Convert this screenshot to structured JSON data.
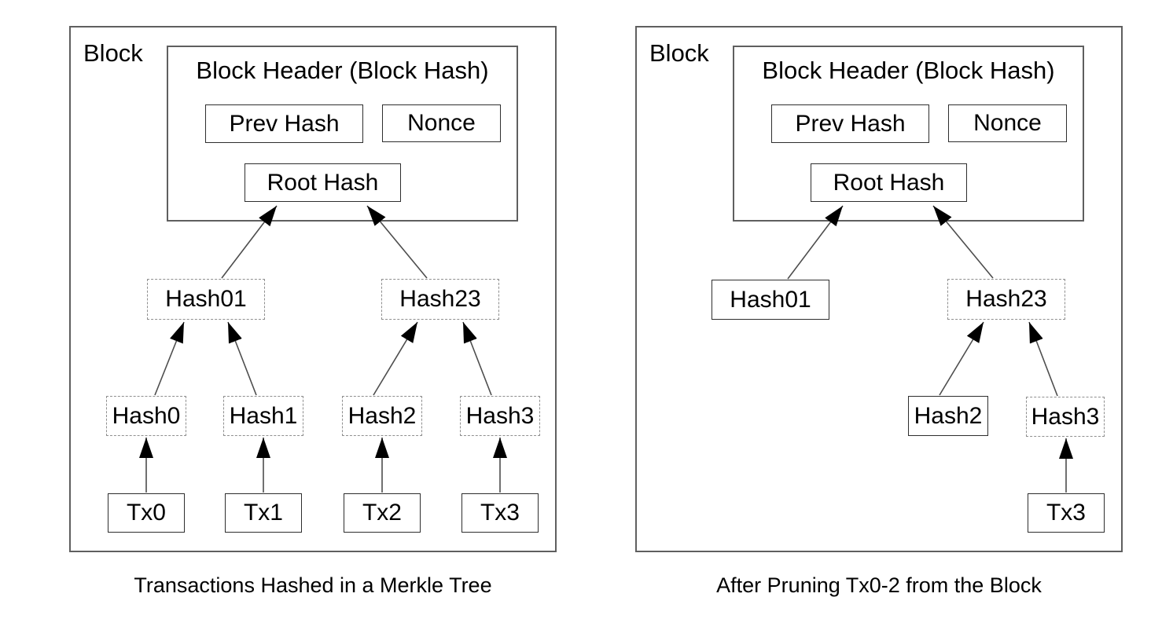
{
  "figure": {
    "panels": [
      {
        "block_label": "Block",
        "header": {
          "title": "Block Header (Block Hash)",
          "prev_hash": "Prev Hash",
          "nonce": "Nonce",
          "root_hash": "Root Hash"
        },
        "nodes": {
          "hash01": "Hash01",
          "hash23": "Hash23",
          "hash0": "Hash0",
          "hash1": "Hash1",
          "hash2": "Hash2",
          "hash3": "Hash3",
          "tx0": "Tx0",
          "tx1": "Tx1",
          "tx2": "Tx2",
          "tx3": "Tx3"
        },
        "caption": "Transactions Hashed in a Merkle Tree"
      },
      {
        "block_label": "Block",
        "header": {
          "title": "Block Header (Block Hash)",
          "prev_hash": "Prev Hash",
          "nonce": "Nonce",
          "root_hash": "Root Hash"
        },
        "nodes": {
          "hash01": "Hash01",
          "hash23": "Hash23",
          "hash2": "Hash2",
          "hash3": "Hash3",
          "tx3": "Tx3"
        },
        "caption": "After Pruning Tx0-2 from the Block"
      }
    ]
  }
}
